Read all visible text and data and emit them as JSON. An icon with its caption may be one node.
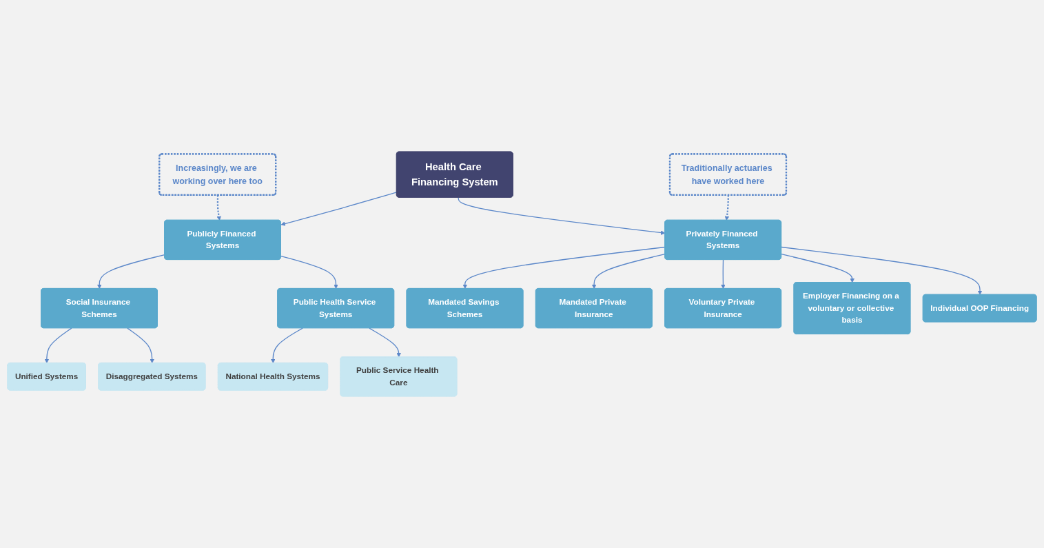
{
  "diagram": {
    "nodes": [
      {
        "text": [
          "Traditionally actuaries have worked here"
        ]
      },
      {
        "text": [
          "Health Care Financing System"
        ]
      },
      {
        "text": [
          "Increasingly, we are working over here too"
        ]
      },
      {
        "text": [
          "Privately Financed Systems"
        ]
      },
      {
        "text": [
          "Publicly Financed Systems"
        ]
      },
      {
        "text": [
          "Individual OOP Financing"
        ]
      },
      {
        "text": [
          "Public Service Health Care"
        ]
      },
      {
        "text": [
          "Public Health Service Systems"
        ]
      },
      {
        "text": [
          "Employer Financing on a voluntary or collective basis"
        ]
      },
      {
        "text": [
          "National Health Systems"
        ]
      },
      {
        "text": [
          "Voluntary Private Insurance"
        ]
      },
      {
        "text": [
          "Disaggregated Systems"
        ]
      },
      {
        "text": [
          "Social Insurance Schemes"
        ]
      },
      {
        "text": [
          "Mandated Private Insurance"
        ]
      },
      {
        "text": [
          "Unified Systems"
        ]
      },
      {
        "text": [
          "Mandated Savings Schemes"
        ]
      }
    ],
    "edges": [
      {
        "from": 1,
        "to": 3,
        "arrow": "to"
      },
      {
        "from": 1,
        "to": 4,
        "arrow": "to"
      },
      {
        "from": 0,
        "to": 3,
        "arrow": "to",
        "style": "dashed"
      },
      {
        "from": 2,
        "to": 4,
        "arrow": "to",
        "style": "dashed"
      },
      {
        "from": 3,
        "to": 5,
        "arrow": "to"
      },
      {
        "from": 3,
        "to": 8,
        "arrow": "to"
      },
      {
        "from": 3,
        "to": 10,
        "arrow": "to"
      },
      {
        "from": 3,
        "to": 13,
        "arrow": "to"
      },
      {
        "from": 3,
        "to": 15,
        "arrow": "to"
      },
      {
        "from": 4,
        "to": 7,
        "arrow": "to"
      },
      {
        "from": 4,
        "to": 12,
        "arrow": "to"
      },
      {
        "from": 7,
        "to": 6,
        "arrow": "to"
      },
      {
        "from": 7,
        "to": 9,
        "arrow": "to"
      },
      {
        "from": 12,
        "to": 11,
        "arrow": "to"
      },
      {
        "from": 12,
        "to": 14,
        "arrow": "to"
      }
    ]
  }
}
